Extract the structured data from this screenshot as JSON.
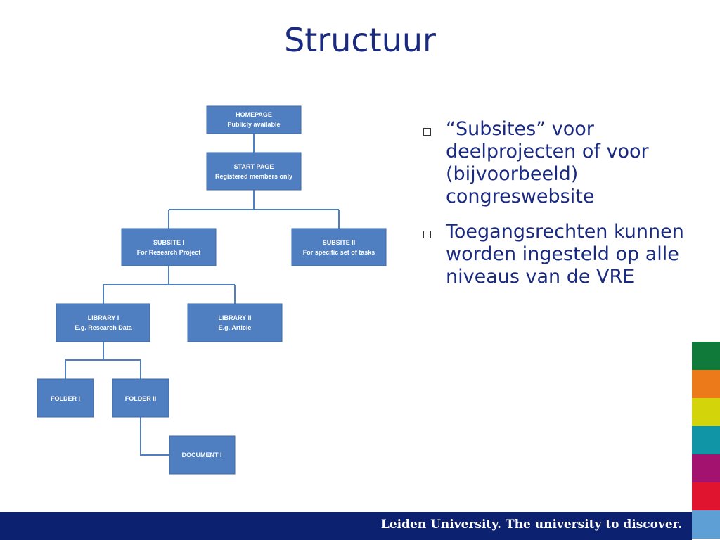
{
  "slide": {
    "title": "Structuur"
  },
  "diagram": {
    "nodes": [
      {
        "id": "homepage",
        "line1": "HOMEPAGE",
        "line2": "Publicly available"
      },
      {
        "id": "start-page",
        "line1": "START PAGE",
        "line2": "Registered members only"
      },
      {
        "id": "subsite-1",
        "line1": "SUBSITE I",
        "line2": "For Research Project"
      },
      {
        "id": "subsite-2",
        "line1": "SUBSITE II",
        "line2": "For specific set of tasks"
      },
      {
        "id": "library-1",
        "line1": "LIBRARY I",
        "line2": "E.g. Research Data"
      },
      {
        "id": "library-2",
        "line1": "LIBRARY II",
        "line2": "E.g. Article"
      },
      {
        "id": "folder-1",
        "line1": "FOLDER I",
        "line2": ""
      },
      {
        "id": "folder-2",
        "line1": "FOLDER II",
        "line2": ""
      },
      {
        "id": "document-1",
        "line1": "DOCUMENT I",
        "line2": ""
      }
    ],
    "node_color": "#4f7fc1",
    "text_color": "#ffffff"
  },
  "bullets": [
    {
      "text": "“Subsites” voor deelprojecten of voor (bijvoorbeeld) congreswebsite"
    },
    {
      "text": "Toegangsrechten kunnen worden ingesteld op alle niveaus van de VRE"
    }
  ],
  "footer": {
    "text": "Leiden University. The university to discover.",
    "background": "#0d2171"
  },
  "color_strip": [
    "#0f7a3a",
    "#ec7a1a",
    "#d4d40a",
    "#0f95a5",
    "#a3126e",
    "#e0142e",
    "#5ea0d6"
  ]
}
